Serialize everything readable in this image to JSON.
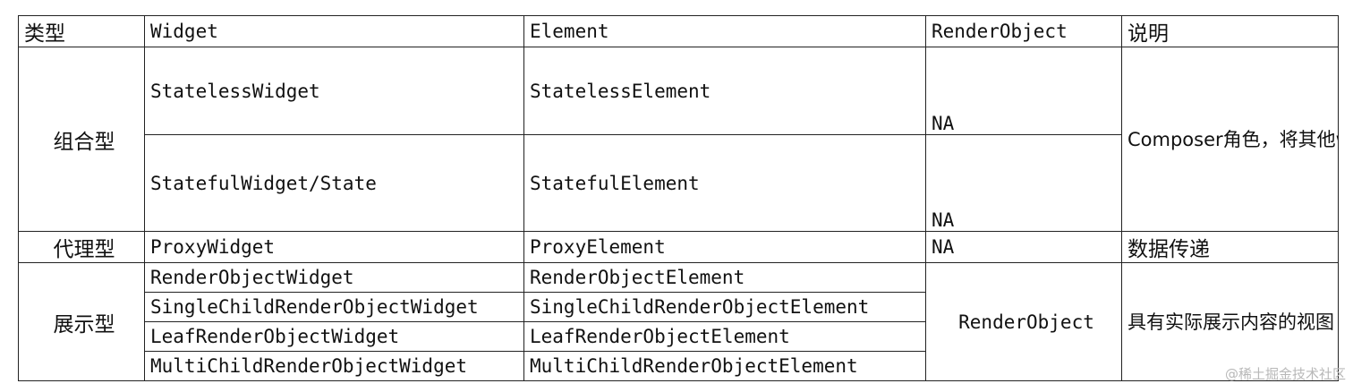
{
  "table": {
    "headers": {
      "type": "类型",
      "widget": "Widget",
      "element": "Element",
      "renderobject": "RenderObject",
      "desc": "说明"
    },
    "composite": {
      "category": "组合型",
      "rows": [
        {
          "widget": "StatelessWidget",
          "element": "StatelessElement",
          "renderobject": "NA"
        },
        {
          "widget": "StatefulWidget/State",
          "element": "StatefulElement",
          "renderobject": "NA"
        }
      ],
      "desc": "Composer角色，将其他widget进行拼装组合成一个新的wigdet"
    },
    "proxy": {
      "category": "代理型",
      "widget": "ProxyWidget",
      "element": "ProxyElement",
      "renderobject": "NA",
      "desc": "数据传递"
    },
    "render": {
      "category": "展示型",
      "rows": [
        {
          "widget": "RenderObjectWidget",
          "element": "RenderObjectElement"
        },
        {
          "widget": "SingleChildRenderObjectWidget",
          "element": "SingleChildRenderObjectElement"
        },
        {
          "widget": "LeafRenderObjectWidget",
          "element": "LeafRenderObjectElement"
        },
        {
          "widget": "MultiChildRenderObjectWidget",
          "element": "MultiChildRenderObjectElement"
        }
      ],
      "renderobject": "RenderObject",
      "desc": "具有实际展示内容的视图"
    }
  },
  "watermark": "@稀土掘金技术社区"
}
